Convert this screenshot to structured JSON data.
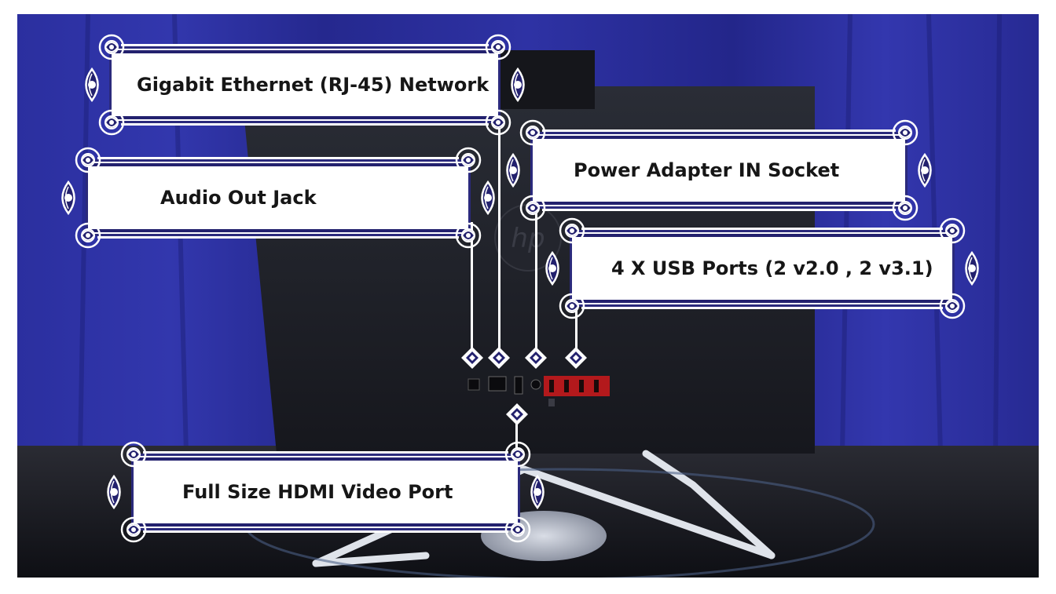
{
  "callouts": {
    "ethernet": "Gigabit Ethernet (RJ-45) Network",
    "audio": "Audio Out Jack",
    "power": "Power Adapter IN Socket",
    "usb": "4 X USB Ports (2 v2.0 , 2 v3.1)",
    "hdmi": "Full Size HDMI Video Port"
  },
  "colors": {
    "backdrop": "#2a2d9a",
    "monitor": "#1b1d24",
    "table": "#15161c",
    "usb_highlight": "#b3191c",
    "callout_border": "#23216e"
  },
  "icons": {
    "corner": "ornate-flourish-icon",
    "marker": "diamond-marker-icon"
  }
}
